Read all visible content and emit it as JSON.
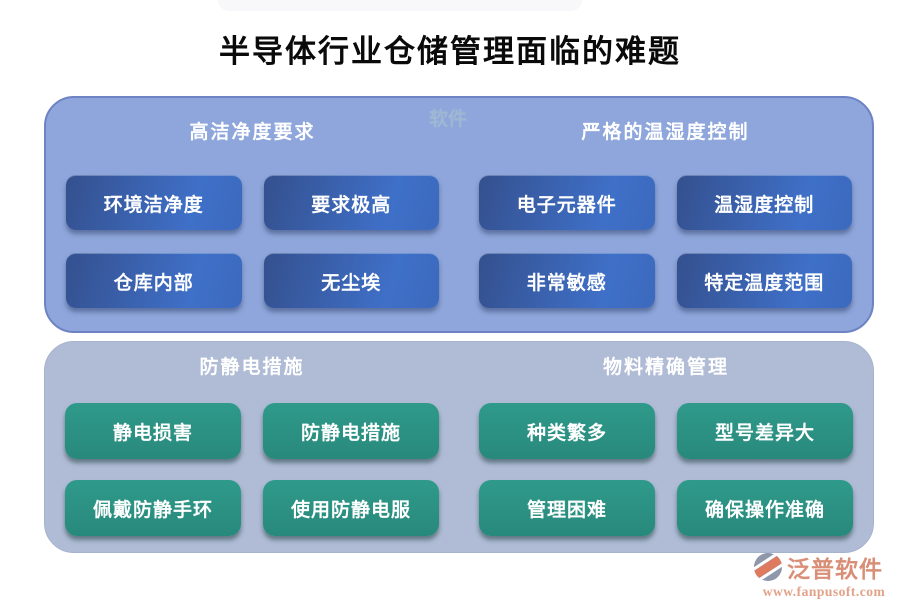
{
  "title": "半导体行业仓储管理面临的难题",
  "panels": [
    {
      "theme": "blue",
      "sections": [
        {
          "header": "高洁净度要求",
          "buttons": [
            "环境洁净度",
            "要求极高",
            "仓库内部",
            "无尘埃"
          ]
        },
        {
          "header": "严格的温湿度控制",
          "buttons": [
            "电子元器件",
            "温湿度控制",
            "非常敏感",
            "特定温度范围"
          ]
        }
      ]
    },
    {
      "theme": "green",
      "sections": [
        {
          "header": "防静电措施",
          "buttons": [
            "静电损害",
            "防静电措施",
            "佩戴防静手环",
            "使用防静电服"
          ]
        },
        {
          "header": "物料精确管理",
          "buttons": [
            "种类繁多",
            "型号差异大",
            "管理困难",
            "确保操作准确"
          ]
        }
      ]
    }
  ],
  "watermark": {
    "text": "软件"
  },
  "footer": {
    "brand": "泛普软件",
    "url": "www.fanpusoft.com",
    "icon": "fanpu-logo-icon"
  },
  "colors": {
    "panel_top_fill": "#8EA6DB",
    "panel_top_border": "#6E83C4",
    "panel_bottom_fill": "#B0BCD6",
    "tag_blue_dark": "#34508E",
    "tag_blue_light": "#3F70C8",
    "tag_green": "#2B9184",
    "header_text": "#FFFFFF",
    "title_text": "#0A0A0A",
    "brand_orange": "#D98F77",
    "url_orange": "#E2A289",
    "logo_slate": "#8F97AB",
    "logo_orange": "#DF7A5E"
  }
}
